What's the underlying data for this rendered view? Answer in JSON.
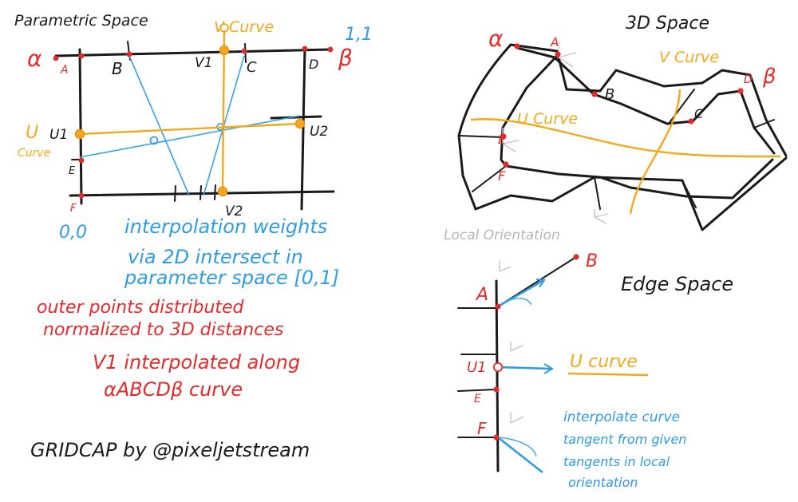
{
  "colors": {
    "ink": "#1a1a1a",
    "red": "#e32b2b",
    "blue": "#2f9be0",
    "orange": "#f2a81d",
    "gray": "#b5b5b5"
  },
  "parametric": {
    "title": "Parametric Space",
    "v_curve": "V Curve",
    "corner_11": "1,1",
    "corner_00": "0,0",
    "alpha": "α",
    "beta": "β",
    "A": "A",
    "B": "B",
    "C": "C",
    "D": "D",
    "E": "E",
    "F": "F",
    "V1": "V1",
    "V2": "V2",
    "U": "U",
    "U1": "U1",
    "U2": "U2",
    "curve": "Curve"
  },
  "notes": {
    "blue_1": "interpolation weights",
    "blue_2": "via 2D intersect in",
    "blue_3": "parameter space [0,1]",
    "red_1": "outer points distributed",
    "red_2": "normalized to 3D distances",
    "red_3": "V1 interpolated along",
    "red_4": "αABCDβ curve",
    "credit": "GRIDCAP by @pixeljetstream"
  },
  "space3d": {
    "title": "3D Space",
    "v_curve": "V Curve",
    "u_curve": "U Curve",
    "alpha": "α",
    "beta": "β",
    "A": "A",
    "B": "B",
    "C": "C",
    "D": "D",
    "E": "E",
    "F": "F",
    "local_orientation": "Local Orientation"
  },
  "edge": {
    "title": "Edge Space",
    "A": "A",
    "B": "B",
    "U1": "U1",
    "E": "E",
    "F": "F",
    "u_curve": "U curve",
    "note_1": "interpolate curve",
    "note_2": "tangent from given",
    "note_3": "tangents in local",
    "note_4": "orientation"
  }
}
